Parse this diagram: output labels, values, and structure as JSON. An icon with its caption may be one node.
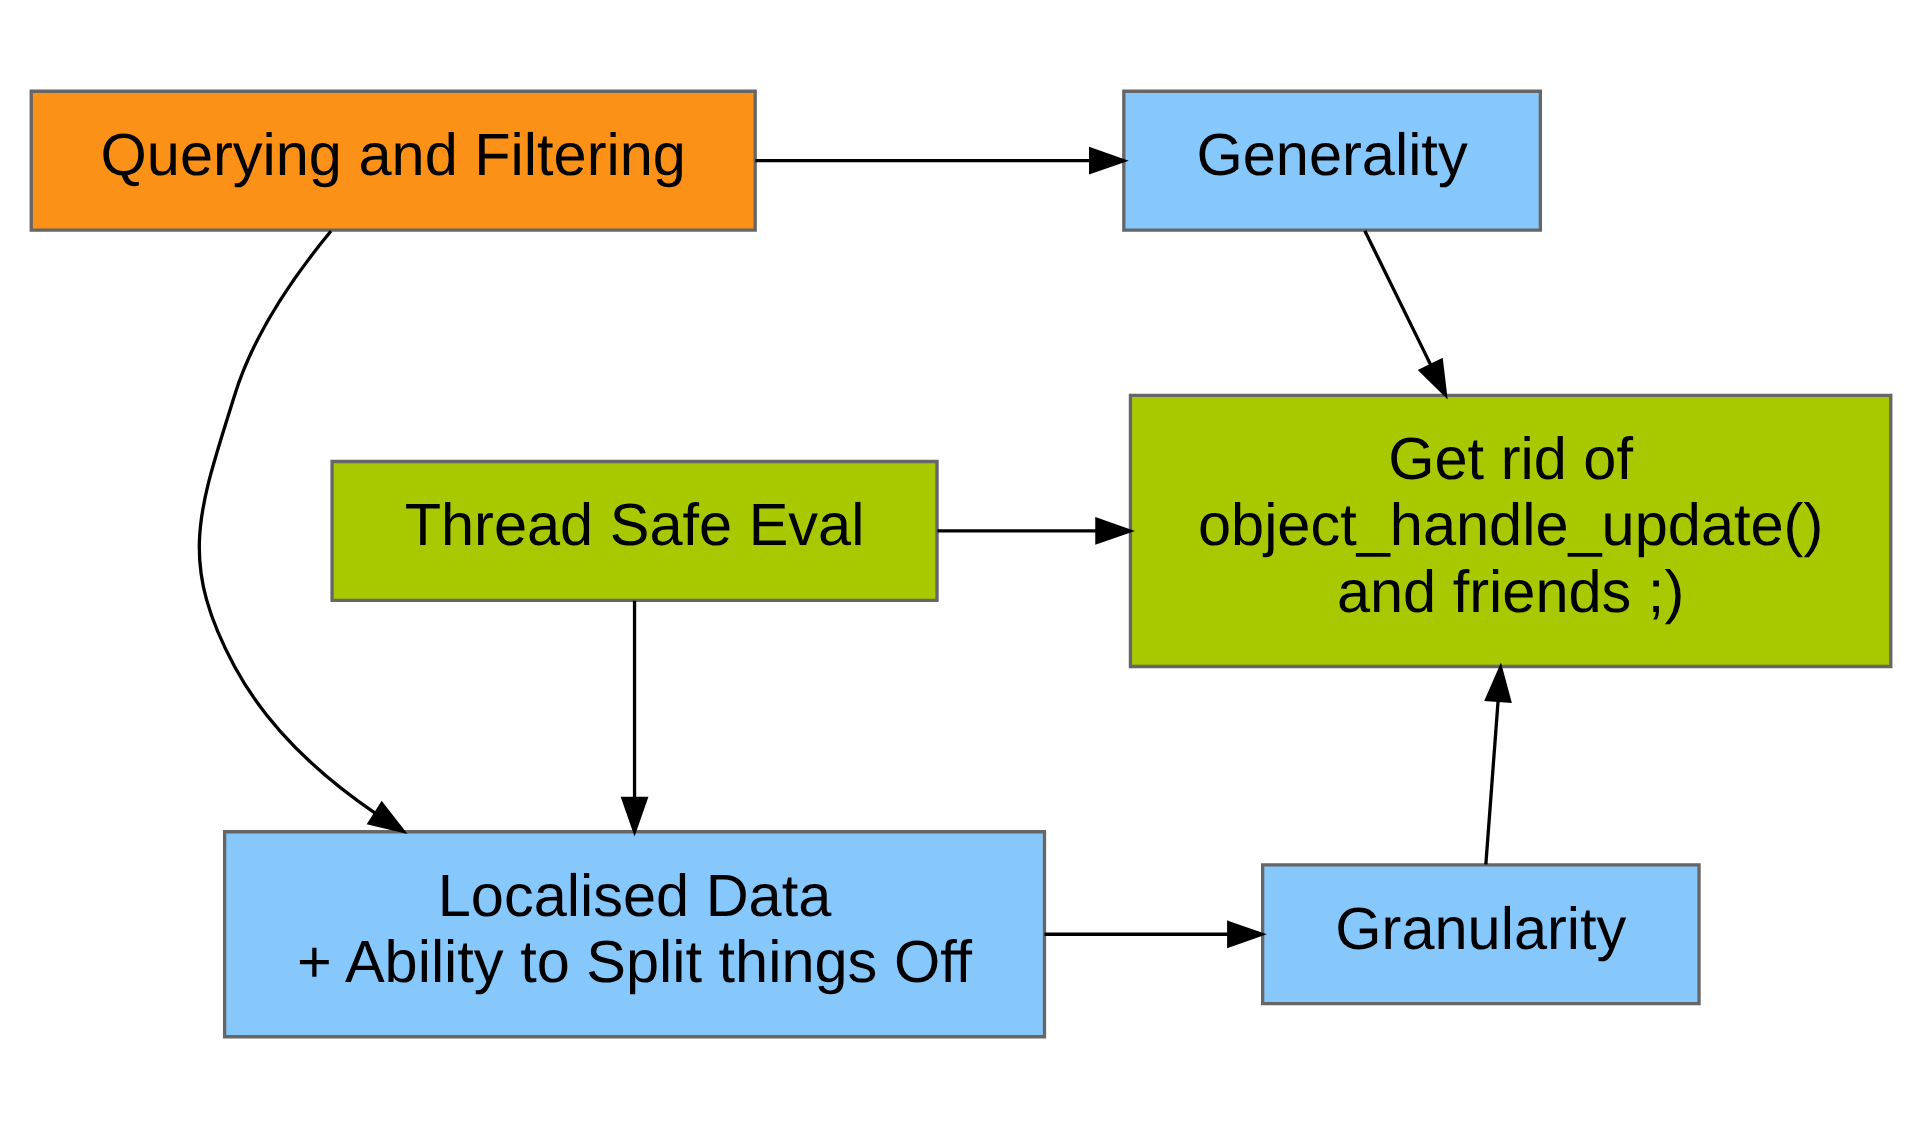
{
  "diagram": {
    "nodes": [
      {
        "text": [
          "Generality"
        ]
      },
      {
        "text": [
          "Querying and Filtering"
        ]
      },
      {
        "text": [
          "Localised Data + Ability to Split things Off"
        ]
      },
      {
        "text": [
          "Granularity"
        ]
      },
      {
        "text": [
          "Get rid of object_handle_update() and friends ;)"
        ]
      },
      {
        "text": [
          "Thread Safe Eval"
        ]
      }
    ],
    "edges": [
      {
        "from": 1,
        "to": 0,
        "arrow": "to"
      },
      {
        "from": 1,
        "to": 2,
        "arrow": "to"
      },
      {
        "from": 2,
        "to": 3,
        "arrow": "to"
      },
      {
        "from": 3,
        "to": 4,
        "arrow": "to"
      },
      {
        "from": 0,
        "to": 4,
        "arrow": "to"
      },
      {
        "from": 5,
        "to": 4,
        "arrow": "to"
      },
      {
        "from": 5,
        "to": 2,
        "arrow": "to"
      }
    ]
  }
}
